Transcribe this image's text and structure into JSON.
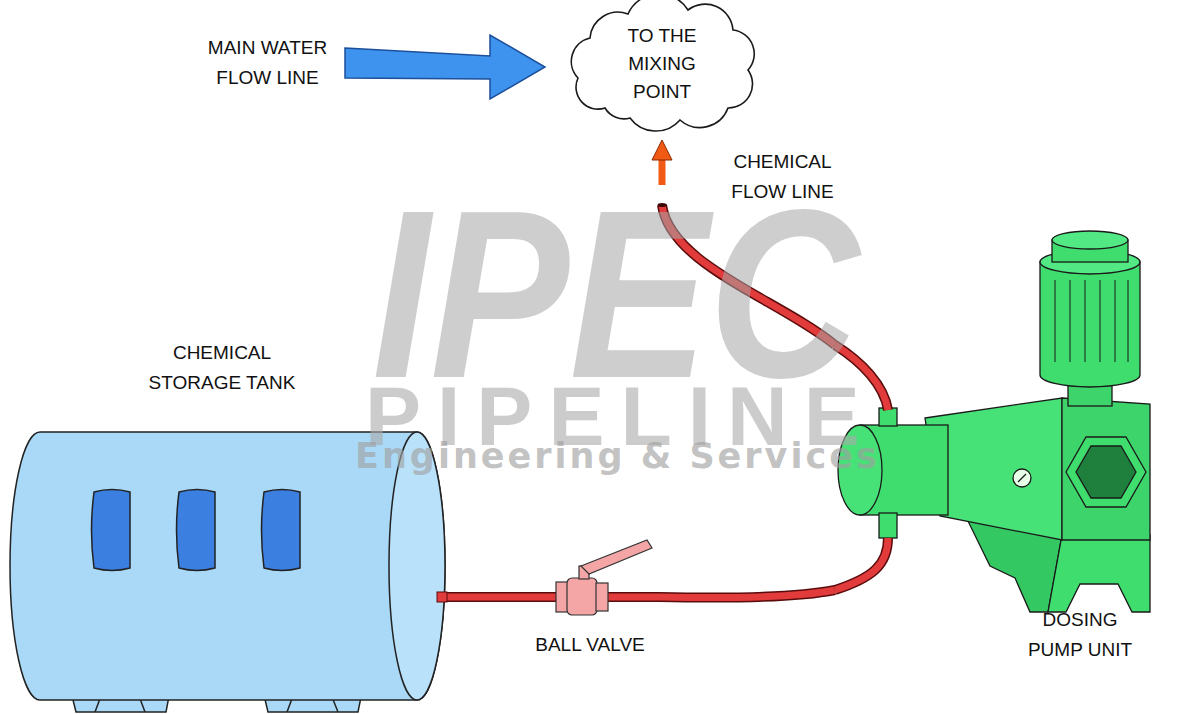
{
  "diagram": {
    "nodes": [
      {
        "text": [
          "TO THE MIXING POINT"
        ]
      },
      {
        "text": [
          "CHEMICAL STORAGE TANK"
        ]
      },
      {
        "text": [
          "BALL VALVE"
        ]
      },
      {
        "text": [
          "DOSING PUMP UNIT"
        ]
      }
    ],
    "edges": [
      {
        "from": 1,
        "to": 2,
        "arrow": "none"
      },
      {
        "from": 2,
        "to": 3,
        "arrow": "none"
      },
      {
        "from": 3,
        "to": 0,
        "arrow": "to",
        "label": "CHEMICAL FLOW LINE"
      }
    ],
    "labels": [
      "MAIN WATER FLOW LINE",
      "IPEC",
      "PIPELINE",
      "Engineering & Services"
    ]
  }
}
